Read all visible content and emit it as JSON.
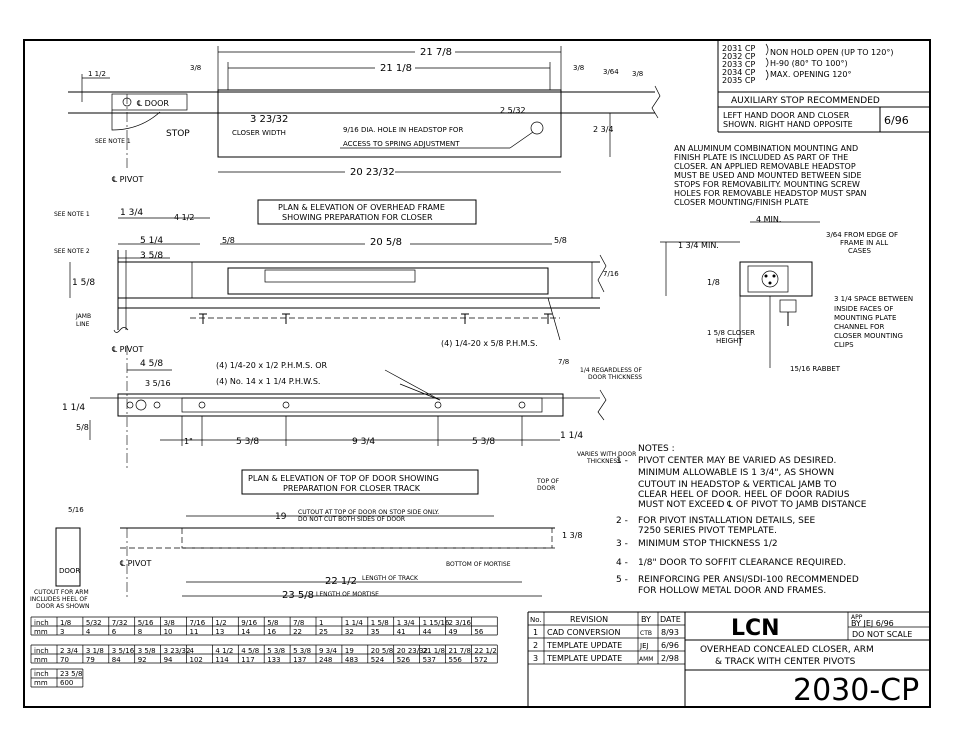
{
  "models": [
    "2031 CP",
    "2032 CP",
    "2033 CP",
    "2034 CP",
    "2035 CP"
  ],
  "model_notes": [
    "NON HOLD OPEN (UP TO 120°)",
    "H-90 (80° TO 100°)",
    "MAX. OPENING 120°"
  ],
  "aux_stop": "AUXILIARY STOP RECOMMENDED",
  "hand_note": [
    "LEFT HAND DOOR AND CLOSER",
    "SHOWN. RIGHT HAND OPPOSITE"
  ],
  "hand_date": "6/96",
  "finish_note": [
    "AN ALUMINUM COMBINATION MOUNTING AND",
    "FINISH PLATE IS INCLUDED AS PART OF THE",
    "CLOSER. AN APPLIED REMOVABLE HEADSTOP",
    "MUST BE USED AND MOUNTED BETWEEN SIDE",
    "STOPS FOR REMOVABILITY. MOUNTING SCREW",
    "HOLES FOR REMOVABLE HEADSTOP MUST SPAN",
    "CLOSER MOUNTING/FINISH PLATE"
  ],
  "top_view": {
    "dim_overall": "21 7/8",
    "dim_inner": "21 1/8",
    "dim_left": "3/8",
    "dim_right": "3/8",
    "dim_r1": "3/64",
    "dim_r2": "3/8",
    "dim_bottom": "20 23/32",
    "dim_height": "2 3/4",
    "dim_z": "2 5/32",
    "closer_width_value": "3 23/32",
    "closer_width_label": "CLOSER WIDTH",
    "hole_note": [
      "9/16 DIA. HOLE IN HEADSTOP FOR",
      "ACCESS TO SPRING ADJUSTMENT"
    ],
    "door_label": "℄ DOOR",
    "stop_label": "STOP",
    "see_note_1": "SEE NOTE 1",
    "pivot_label": "℄ PIVOT",
    "dim_1_half": "1 1/2"
  },
  "frame_view": {
    "title": [
      "PLAN & ELEVATION OF OVERHEAD FRAME",
      "SHOWING PREPARATION FOR CLOSER"
    ],
    "see_note_1": "SEE NOTE 1",
    "see_note_2": "SEE NOTE 2",
    "dim_1_34": "1 3/4",
    "dim_4_12": "4 1/2",
    "dim_5_14": "5 1/4",
    "dim_3_58": "3 5/8",
    "dim_5_8": "5/8",
    "dim_20_58": "20 5/8",
    "dim_1_58": "1 5/8",
    "dim_7_16": "7/16",
    "jamb_line": [
      "JAMB",
      "LINE"
    ],
    "screw_note": "(4) 1/4-20 x 5/8 P.H.M.S."
  },
  "section_view": {
    "dim_4": "4 MIN.",
    "dim_edge": [
      "3/64 FROM EDGE OF",
      "FRAME IN ALL",
      "CASES"
    ],
    "dim_1_34_min": "1 3/4 MIN.",
    "dim_1_8": "1/8",
    "space_note": [
      "3 1/4 SPACE BETWEEN",
      "INSIDE FACES OF",
      "MOUNTING PLATE",
      "CHANNEL FOR",
      "CLOSER MOUNTING",
      "CLIPS"
    ],
    "closer_height": [
      "1 5/8 CLOSER",
      "HEIGHT"
    ],
    "rabbet": "15/16 RABBET"
  },
  "door_view": {
    "pivot_label": "℄ PIVOT",
    "screw1": "(4) 1/4-20 x 1/2 P.H.M.S. OR",
    "screw2": "(4) No. 14 x 1 1/4 P.H.W.S.",
    "dim_4_58": "4 5/8",
    "dim_3_516": "3 5/16",
    "dim_7_8": "7/8",
    "regardless": [
      "1/4 REGARDLESS OF",
      "DOOR THICKNESS"
    ],
    "dim_1_14": "1 1/4",
    "dim_5_8": "5/8",
    "dim_1": "1\"",
    "dim_5_38a": "5 3/8",
    "dim_9_34": "9 3/4",
    "dim_5_38b": "5 3/8",
    "dim_1_14b": "1 1/4",
    "varies": [
      "VARIES WITH DOOR",
      "THICKNESS"
    ]
  },
  "track_view": {
    "title": [
      "PLAN & ELEVATION OF TOP OF DOOR SHOWING",
      "PREPARATION FOR CLOSER TRACK"
    ],
    "dim_19": "19",
    "cutout_note": [
      "CUTOUT AT TOP OF DOOR ON STOP SIDE ONLY.",
      "DO NOT CUT BOTH SIDES OF DOOR"
    ],
    "top_of_door": [
      "TOP OF",
      "DOOR"
    ],
    "dim_1_38": "1 3/8",
    "bottom_mortise": "BOTTOM OF MORTISE",
    "dim_22_12": "22 1/2",
    "length_track": "LENGTH OF TRACK",
    "dim_23_58": "23 5/8",
    "length_mortise": "LENGTH OF MORTISE",
    "pivot_label": "℄ PIVOT",
    "dim_5_16": "5/16",
    "door_label": "DOOR",
    "cutout_arm": [
      "CUTOUT FOR ARM",
      "INCLUDES HEEL OF",
      "DOOR AS SHOWN"
    ]
  },
  "notes_title": "NOTES :",
  "notes": [
    {
      "num": "1 -",
      "lines": [
        "PIVOT CENTER MAY BE VARIED AS DESIRED.",
        "MINIMUM ALLOWABLE IS 1 3/4\", AS SHOWN",
        "CUTOUT IN HEADSTOP & VERTICAL JAMB TO",
        "CLEAR HEEL OF DOOR. HEEL OF DOOR RADIUS",
        "MUST NOT EXCEED ℄ OF PIVOT TO JAMB DISTANCE"
      ]
    },
    {
      "num": "2 -",
      "lines": [
        "FOR PIVOT INSTALLATION DETAILS, SEE",
        "7250 SERIES PIVOT TEMPLATE."
      ]
    },
    {
      "num": "3 -",
      "lines": [
        "MINIMUM STOP THICKNESS 1/2"
      ]
    },
    {
      "num": "4 -",
      "lines": [
        "1/8\" DOOR TO SOFFIT CLEARANCE REQUIRED."
      ]
    },
    {
      "num": "5 -",
      "lines": [
        "REINFORCING PER ANSI/SDI-100 RECOMMENDED",
        "FOR HOLLOW METAL DOOR AND FRAMES."
      ]
    }
  ],
  "conversion": {
    "row1_inch": [
      "1/8",
      "5/32",
      "7/32",
      "5/16",
      "3/8",
      "7/16",
      "1/2",
      "9/16",
      "5/8",
      "7/8",
      "1",
      "1 1/4",
      "1 5/8",
      "1 3/4",
      "1 15/16",
      "2 3/16"
    ],
    "row1_mm": [
      "3",
      "4",
      "6",
      "8",
      "10",
      "11",
      "13",
      "14",
      "16",
      "22",
      "25",
      "32",
      "35",
      "41",
      "44",
      "49",
      "56"
    ],
    "row2_inch": [
      "2 3/4",
      "3 1/8",
      "3 5/16",
      "3 5/8",
      "3 23/32",
      "4",
      "4 1/2",
      "4 5/8",
      "5 3/8",
      "5 3/8",
      "9 3/4",
      "19",
      "20 5/8",
      "20 23/32",
      "21 1/8",
      "21 7/8",
      "22 1/2"
    ],
    "row2_mm": [
      "70",
      "79",
      "84",
      "92",
      "94",
      "102",
      "114",
      "117",
      "133",
      "137",
      "248",
      "483",
      "524",
      "526",
      "537",
      "556",
      "572"
    ],
    "row3_inch": "23 5/8",
    "row3_mm": "600",
    "label_inch": "inch",
    "label_mm": "mm"
  },
  "revisions": {
    "headers": [
      "No.",
      "REVISION",
      "BY",
      "DATE"
    ],
    "rows": [
      {
        "no": "1",
        "rev": "CAD CONVERSION",
        "by": "CTB",
        "date": "8/93"
      },
      {
        "no": "2",
        "rev": "TEMPLATE UPDATE",
        "by": "JEJ",
        "date": "6/96"
      },
      {
        "no": "3",
        "rev": "TEMPLATE UPDATE",
        "by": "AMM",
        "date": "2/98"
      }
    ]
  },
  "title_block": {
    "logo": "LCN",
    "app_label": "APP",
    "by": "BY JEJ 6/96",
    "do_not_scale": "DO NOT SCALE",
    "description": [
      "OVERHEAD CONCEALED CLOSER, ARM",
      "& TRACK WITH CENTER PIVOTS"
    ],
    "drawing_number": "2030-CP"
  }
}
